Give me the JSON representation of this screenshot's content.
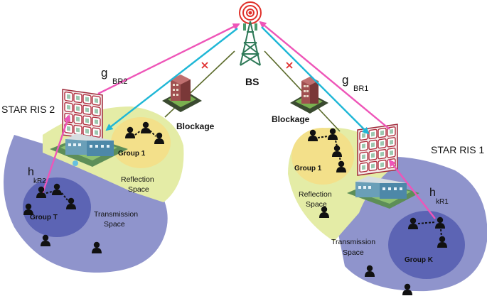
{
  "labels": {
    "bs": "BS",
    "ris1": "STAR RIS 1",
    "ris2": "STAR RIS 2",
    "blockage_left": "Blockage",
    "blockage_right": "Blockage",
    "g_br2_main": "g",
    "g_br2_sub": "BR2",
    "g_br1_main": "g",
    "g_br1_sub": "BR1",
    "h_kr2_main": "h",
    "h_kr2_sub": "kR2",
    "h_kr1_main": "h",
    "h_kr1_sub": "kR1",
    "group1_left": "Group 1",
    "group1_right": "Group 1",
    "group_t": "Group T",
    "group_k": "Group K",
    "reflection_left_1": "Reflection",
    "reflection_left_2": "Space",
    "reflection_right_1": "Reflection",
    "reflection_right_2": "Space",
    "transmission_left_1": "Transmission",
    "transmission_left_2": "Space",
    "transmission_right_1": "Transmission",
    "transmission_right_2": "Space"
  },
  "colors": {
    "pink_link": "#ee55b8",
    "cyan_link": "#1fb7d6",
    "blocked_link": "#5a6a2a",
    "reflection_space": "#e4eca6",
    "transmission_space": "#8f94cc",
    "group_halo": "#f3e08a",
    "group_inner": "#5c64b4",
    "blocked_mark": "#e03030",
    "ris_panel": "#b03040"
  }
}
